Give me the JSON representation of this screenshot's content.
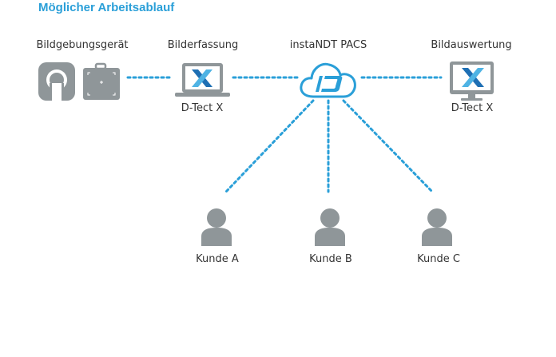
{
  "title": "Möglicher Arbeitsablauf",
  "nodes": {
    "imaging": {
      "label": "Bildgebungsgerät"
    },
    "capture": {
      "label": "Bilderfassung",
      "sublabel": "D-Tect X"
    },
    "pacs": {
      "label": "instaNDT PACS"
    },
    "evaluation": {
      "label": "Bildauswertung",
      "sublabel": "D-Tect X"
    },
    "customers": [
      {
        "label": "Kunde A"
      },
      {
        "label": "Kunde B"
      },
      {
        "label": "Kunde C"
      }
    ]
  },
  "colors": {
    "accent": "#2a9fd8",
    "gray": "#8f9699",
    "text": "#333333"
  },
  "icons": {
    "scanner": "ring-scanner-icon",
    "case": "xray-case-icon",
    "laptop": "laptop-icon",
    "cloud": "cloud-icon",
    "monitor": "monitor-icon",
    "person": "person-icon"
  }
}
